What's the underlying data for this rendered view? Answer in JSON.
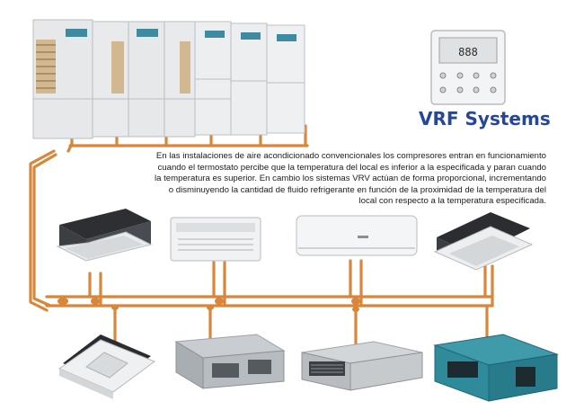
{
  "title": "VRF Systems",
  "description_lines": [
    "En las instalaciones de aire acondicionado convencionales los compresores entran en funcionamiento",
    "cuando el termostato percibe que la temperatura del local es inferior a la especificada y paran cuando",
    "la temperatura es superior. En cambio los sistemas VRV actúan de forma proporcional, incrementando",
    "o disminuyendo la cantidad de fluido refrigerante en función de la proximidad de la temperatura del",
    "local con respecto a la temperatura especificada."
  ],
  "controller_display": "888",
  "colors": {
    "title": "#27469a",
    "pipe": "#d8873a",
    "outdoor_unit": "#e4e6e8",
    "duct_teal": "#2f8a9a"
  },
  "outdoor_units_count": 7,
  "indoor_units_top": [
    {
      "icon": "ceiling-cassette-unit-icon"
    },
    {
      "icon": "floor-ceiling-unit-icon"
    },
    {
      "icon": "wall-split-unit-icon"
    },
    {
      "icon": "one-way-cassette-unit-icon"
    }
  ],
  "indoor_units_bottom": [
    {
      "icon": "four-way-cassette-unit-icon"
    },
    {
      "icon": "ducted-unit-icon"
    },
    {
      "icon": "slim-duct-unit-icon"
    },
    {
      "icon": "high-static-duct-unit-icon"
    }
  ]
}
